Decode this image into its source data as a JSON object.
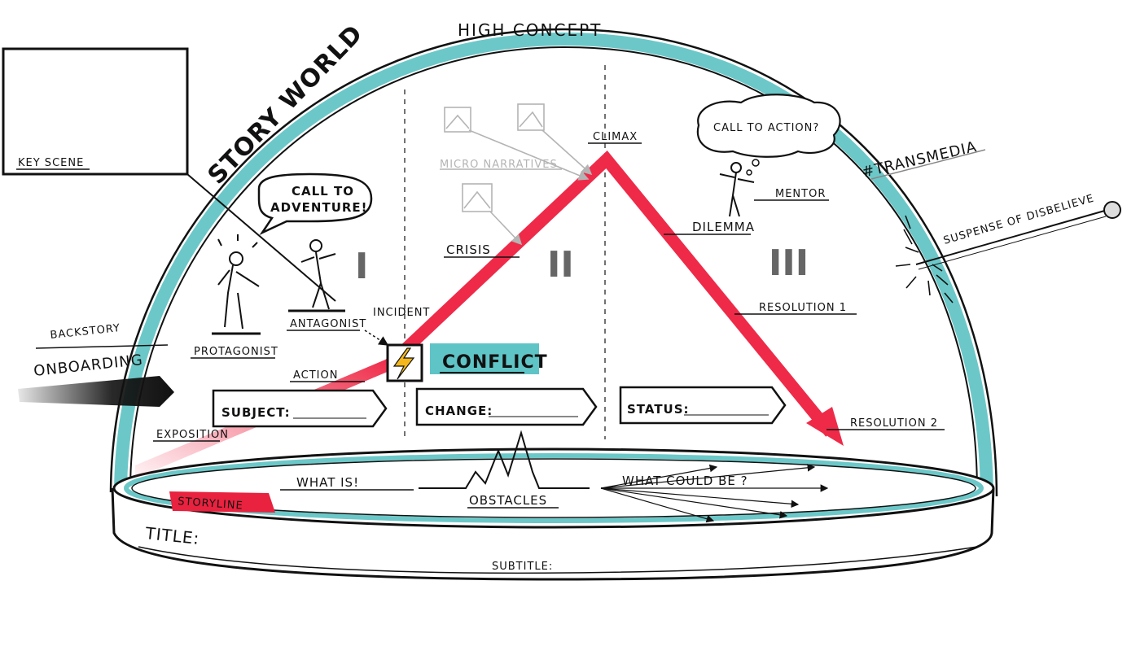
{
  "colors": {
    "dome": "#6cc8c8",
    "dome_dark": "#3ea7a8",
    "arc_red": "#ef2a48",
    "conflict_bg": "#5fc4c6",
    "storyline_bg": "#e8223f",
    "faded": "#b4b4b4",
    "ink": "#111111",
    "bolt": "#f5b81c"
  },
  "labels": {
    "high_concept": "HIGH CONCEPT",
    "story_world": "STORY WORLD",
    "key_scene": "KEY SCENE",
    "transmedia": "#TRANSMEDIA",
    "suspense": "SUSPENSE OF DISBELIEVE",
    "backstory": "BACKSTORY",
    "onboarding": "ONBOARDING",
    "exposition": "EXPOSITION",
    "action": "ACTION",
    "incident": "INCIDENT",
    "conflict": "CONFLICT",
    "crisis": "CRISIS",
    "climax": "CLIMAX",
    "dilemma": "DILEMMA",
    "mentor": "MENTOR",
    "resolution1": "RESOLUTION 1",
    "resolution2": "RESOLUTION 2",
    "micro_narratives": "MICRO NARRATIVES",
    "protagonist": "PROTAGONIST",
    "antagonist": "ANTAGONIST",
    "call_adventure_line1": "CALL TO",
    "call_adventure_line2": "ADVENTURE!",
    "call_action": "CALL TO ACTION?",
    "act1": "I",
    "act2": "II",
    "act3": "III",
    "subject": "SUBJECT:",
    "change": "CHANGE:",
    "status": "STATUS:",
    "storyline": "STORYLINE",
    "what_is": "WHAT IS!",
    "obstacles": "OBSTACLES",
    "what_could_be": "WHAT COULD BE ?",
    "title": "TITLE:",
    "subtitle": "SUBTITLE:"
  }
}
